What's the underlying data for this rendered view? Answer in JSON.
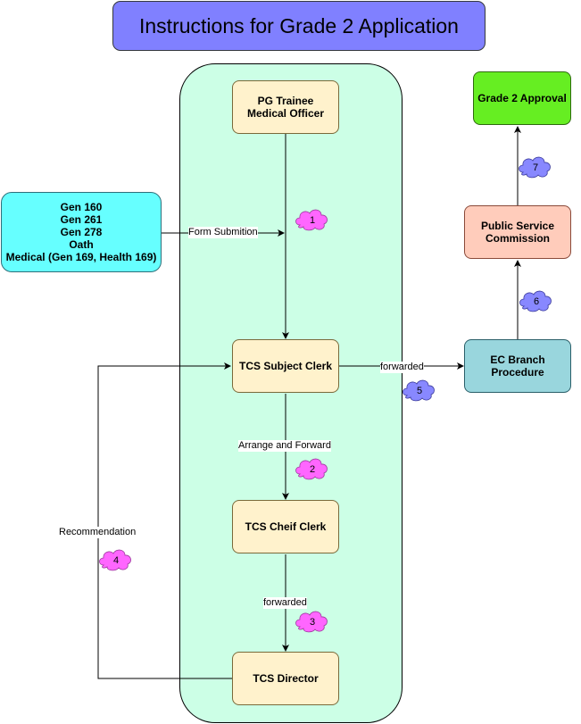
{
  "title": "Instructions for Grade 2 Application",
  "nodes": {
    "pg_trainee": "PG Trainee\nMedical Officer",
    "forms": "Gen 160\nGen 261\nGen 278\nOath\nMedical (Gen 169, Health 169)",
    "tcs_subject_clerk": "TCS Subject Clerk",
    "tcs_chief_clerk": "TCS Cheif Clerk",
    "tcs_director": "TCS Director",
    "ec_branch": "EC Branch\nProcedure",
    "public_service_commission": "Public Service\nCommission",
    "grade2_approval": "Grade 2 Approval"
  },
  "edge_labels": {
    "form_submission": "Form Submition",
    "arrange_forward": "Arrange and Forward",
    "forwarded_chief": "forwarded",
    "forwarded_ec": "forwarded",
    "recommendation": "Recommendation"
  },
  "steps": [
    "1",
    "2",
    "3",
    "4",
    "5",
    "6",
    "7"
  ],
  "colors": {
    "title_bg": "#8080ff",
    "lane_bg": "#ccffe6",
    "forms_bg": "#66ffff",
    "tcs_bg": "#fff2cc",
    "ec_bg": "#99d6dd",
    "psc_bg": "#ffccbb",
    "approval_bg": "#66ee22",
    "step_pink": "#ff66ff",
    "step_blue": "#8888ff"
  }
}
